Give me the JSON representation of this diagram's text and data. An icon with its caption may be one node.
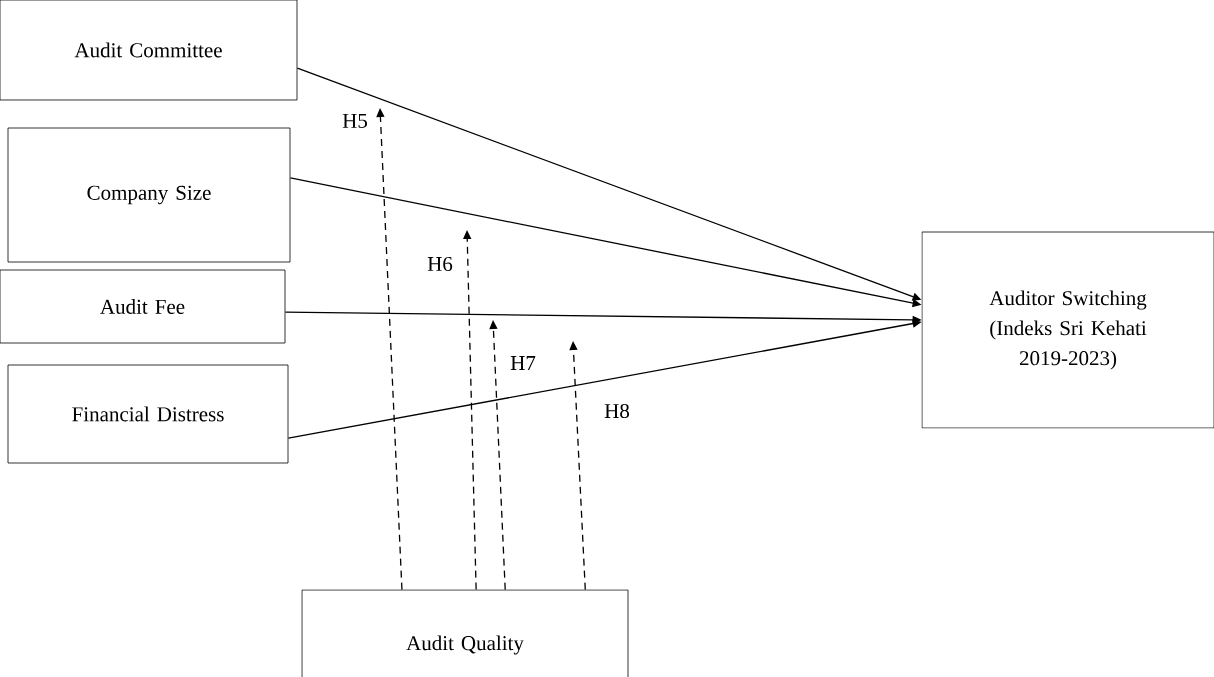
{
  "diagram": {
    "nodes": [
      {
        "text": [
          "Audit Committee"
        ]
      },
      {
        "text": [
          "Company Size"
        ]
      },
      {
        "text": [
          "Audit Fee"
        ]
      },
      {
        "text": [
          "Financial Distress"
        ]
      },
      {
        "text": [
          "Auditor Switching (Indeks Sri Kehati 2019-2023)"
        ]
      },
      {
        "text": [
          "Audit Quality"
        ]
      }
    ],
    "edges": [
      {
        "from": 0,
        "to": 4,
        "arrow": "to"
      },
      {
        "from": 1,
        "to": 4,
        "arrow": "to"
      },
      {
        "from": 2,
        "to": 4,
        "arrow": "to"
      },
      {
        "from": 3,
        "to": 4,
        "arrow": "to"
      },
      {
        "from": 5,
        "to": null,
        "arrow": "to",
        "style": "dashed",
        "label": "H5"
      },
      {
        "from": 5,
        "to": null,
        "arrow": "to",
        "style": "dashed",
        "label": "H6"
      },
      {
        "from": 5,
        "to": null,
        "arrow": "to",
        "style": "dashed",
        "label": "H7"
      },
      {
        "from": 5,
        "to": null,
        "arrow": "to",
        "style": "dashed",
        "label": "H8"
      }
    ]
  }
}
